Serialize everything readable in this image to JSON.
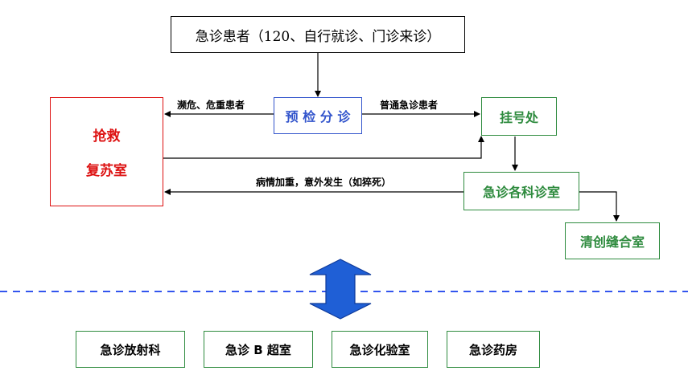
{
  "boxes": {
    "patient": "急诊患者（120、自行就诊、门诊来诊）",
    "triage": "预 检 分 诊",
    "registration": "挂号处",
    "rescue_line1": "抢救",
    "rescue_line2": "复苏室",
    "departments": "急诊各科诊室",
    "debridement": "清创缝合室"
  },
  "edge_labels": {
    "critical": "濒危、危重患者",
    "ordinary": "普通急诊患者",
    "worsening": "病情加重，意外发生（如猝死）"
  },
  "support_units": [
    "急诊放射科",
    "急诊 B 超室",
    "急诊化验室",
    "急诊药房"
  ],
  "colors": {
    "blue": "#3355cc",
    "green": "#2e8b3e",
    "red": "#dd1111",
    "arrow_fill": "#1f5fd6"
  }
}
